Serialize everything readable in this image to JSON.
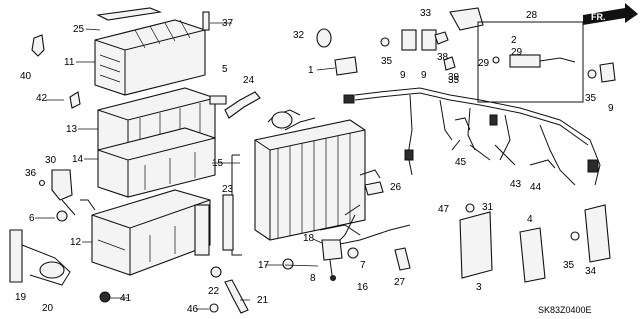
{
  "diagram": {
    "code": "SK83Z0400E",
    "direction_marker": "FR.",
    "callouts": [
      "1",
      "2",
      "3",
      "4",
      "5",
      "6",
      "7",
      "8",
      "9",
      "9",
      "9",
      "11",
      "12",
      "13",
      "14",
      "15",
      "16",
      "17",
      "18",
      "19",
      "20",
      "21",
      "22",
      "23",
      "24",
      "25",
      "26",
      "27",
      "28",
      "29",
      "29",
      "30",
      "31",
      "32",
      "33",
      "34",
      "35",
      "35",
      "35",
      "35",
      "36",
      "37",
      "38",
      "39",
      "40",
      "41",
      "42",
      "43",
      "44",
      "45",
      "46",
      "47"
    ]
  }
}
